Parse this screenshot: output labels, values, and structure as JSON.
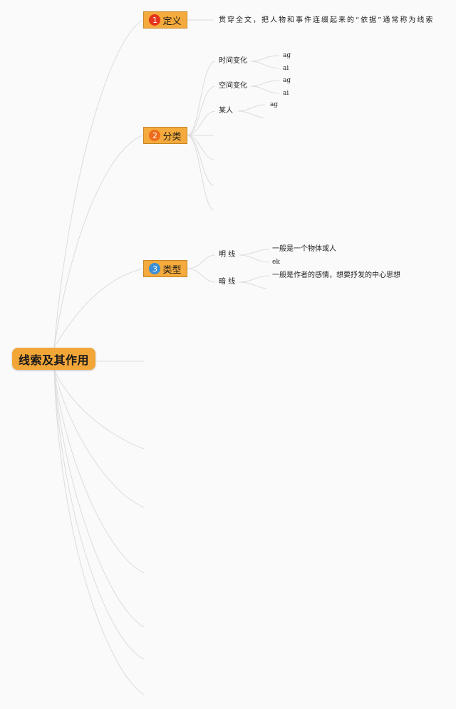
{
  "root": {
    "label": "线索及其作用"
  },
  "branches": [
    {
      "label": "定义",
      "number": "1",
      "badge_color": "#e3341b",
      "children": [
        {
          "label": "贯穿全文，把人物和事件连缀起来的“依据”通常称为线索"
        }
      ]
    },
    {
      "label": "分类",
      "number": "2",
      "badge_color": "#ee6b1a",
      "children": [
        {
          "label": "时间变化",
          "children": [
            {
              "label": "ag"
            },
            {
              "label": "ai"
            }
          ]
        },
        {
          "label": "空间变化",
          "children": [
            {
              "label": "ag"
            },
            {
              "label": "ai"
            }
          ]
        },
        {
          "label": "某人",
          "children": [
            {
              "label": "ag"
            }
          ]
        }
      ]
    },
    {
      "label": "类型",
      "number": "3",
      "badge_color": "#3a8fd6",
      "children": [
        {
          "label": "明 线",
          "children": [
            {
              "label": "一般是一个物体或人"
            },
            {
              "label": "ek"
            }
          ]
        },
        {
          "label": "暗 线",
          "children": [
            {
              "label": "一般是作者的感情，想要抒发的中心思想"
            }
          ]
        }
      ]
    }
  ],
  "colors": {
    "root_fill": "#f2a638",
    "branch_fill": "#f4aa3c",
    "link": "#dcdcdc",
    "background": "#fafafa"
  }
}
